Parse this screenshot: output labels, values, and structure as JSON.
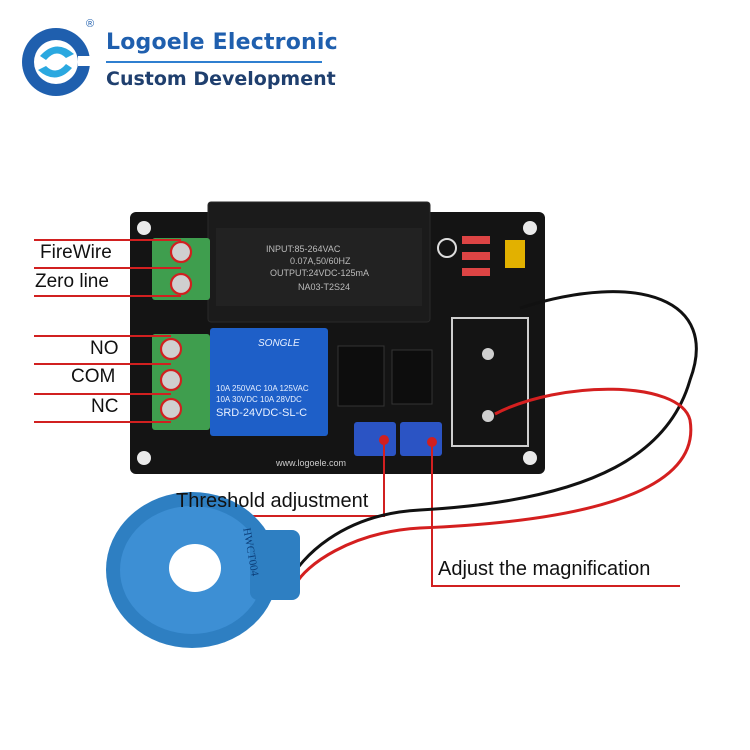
{
  "brand": {
    "name": "Logoele Electronic",
    "tagline": "Custom Development",
    "registered_mark": "®"
  },
  "wiring_labels": {
    "firewire": "FireWire",
    "zero_line": "Zero line",
    "no": "NO",
    "com": "COM",
    "nc": "NC"
  },
  "callouts": {
    "threshold": "Threshold adjustment",
    "magnification": "Adjust the magnification"
  },
  "board_markings": {
    "power_module_input": "INPUT:85-264VAC",
    "power_module_current": "0.07A,50/60HZ",
    "power_module_output": "OUTPUT:24VDC-125mA",
    "power_module_model": "NA03-T2S24",
    "relay_brand": "SONGLE",
    "relay_rating_1": "10A 250VAC  10A 125VAC",
    "relay_rating_2": "10A  30VDC  10A  28VDC",
    "relay_model": "SRD-24VDC-SL-C",
    "website": "www.logoele.com",
    "sensor_model": "HWCT004"
  },
  "colors": {
    "brand_blue": "#1f5fae",
    "pointer_red": "#d12020",
    "board_black": "#111111",
    "relay_blue": "#1e5fc8",
    "terminal_green": "#3f9e4e",
    "sensor_blue": "#2e7fc2"
  }
}
